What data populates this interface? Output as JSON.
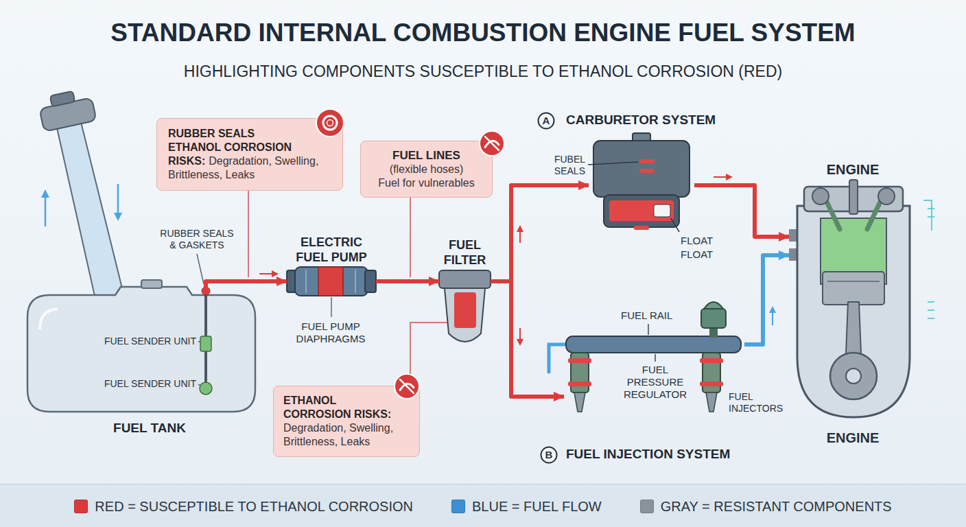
{
  "diagram": {
    "title": "STANDARD INTERNAL COMBUSTION ENGINE FUEL SYSTEM",
    "caption": "HIGHLIGHTING COMPONENTS SUSCEPTIBLE TO ETHANOL CORROSION (RED)",
    "nodes": [
      {
        "text": [
          "RUBBER SEALS ETHANOL CORROSION",
          "RISKS:",
          "Degradation, Swelling, Brittleness, Leaks"
        ]
      },
      {
        "text": [
          "FUEL LINES",
          "(flexible hoses)",
          "Fuel for vulnerables"
        ]
      },
      {
        "text": [
          "A"
        ]
      },
      {
        "text": [
          "CARBURETOR SYSTEM"
        ]
      },
      {
        "text": [
          "ENGINE"
        ]
      },
      {
        "text": [
          "FUEL TANK"
        ]
      },
      {
        "text": [
          "ELECTRIC FUEL PUMP"
        ]
      },
      {
        "text": [
          "FUEL FILTER"
        ]
      },
      {
        "text": [
          "ETHANOL CORROSION RISKS:",
          "Degradation, Swelling, Brittleness, Leaks"
        ]
      },
      {
        "text": [
          "FUEL INJECTION SYSTEM"
        ]
      },
      {
        "text": [
          "B"
        ]
      }
    ],
    "edges": [
      {
        "from": 5,
        "to": 6,
        "arrow": "to"
      },
      {
        "from": 6,
        "to": 7,
        "arrow": "to"
      },
      {
        "from": 7,
        "to": 3,
        "arrow": "to"
      },
      {
        "from": 7,
        "to": 9,
        "arrow": "to"
      },
      {
        "from": 3,
        "to": 4,
        "arrow": "to"
      },
      {
        "from": 9,
        "to": 4,
        "arrow": "to"
      }
    ],
    "labels": [
      "RUBBER SEALS & GASKETS",
      "FUEL SENDER UNIT",
      "FUEL SENDER UNIT",
      "FUEL PUMP DIAPHRAGMS",
      "FUBEL SEALS",
      "FLOAT",
      "FLOAT",
      "FUEL RAIL",
      "FUEL PRESSURE REGULATOR",
      "FUEL INJECTORS",
      "ENGINE"
    ],
    "legend": [
      {
        "text": "RED = SUSCEPTIBLE TO ETHANOL CORROSION",
        "color": "#d93a3a"
      },
      {
        "text": "BLUE = FUEL FLOW",
        "color": "#3d8fd1"
      },
      {
        "text": "GRAY = RESISTANT COMPONENTS",
        "color": "#8a939b"
      }
    ]
  }
}
